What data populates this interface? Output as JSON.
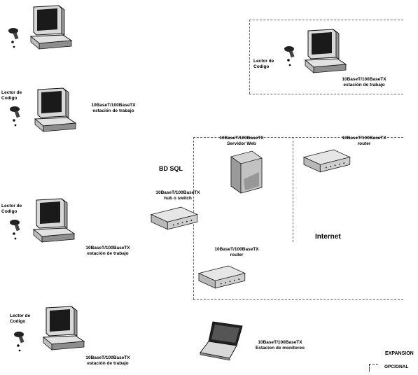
{
  "workstation": {
    "line1": "10BaseT/100BaseTX",
    "line2": "estación de trabajo"
  },
  "reader": {
    "line1": "Lector de",
    "line2": "Codigo"
  },
  "web_server": {
    "line1": "10BaseT/100BaseTX",
    "line2": "Servidor Web"
  },
  "router_top": {
    "line1": "10BaseT/100BaseTX",
    "line2": "router"
  },
  "router_bottom": {
    "line1": "10BaseT/100BaseTX",
    "line2": "router"
  },
  "hub": {
    "line1": "10BaseT/100BaseTX",
    "line2": "hub o switch"
  },
  "database": "BD SQL",
  "internet": "Internet",
  "monitor_station": {
    "line1": "10BaseT/100BaseTX",
    "line2": "Estacion de monitoreo"
  },
  "legend": {
    "expansion": "EXPANSION",
    "optional": "OPCIONAL"
  }
}
